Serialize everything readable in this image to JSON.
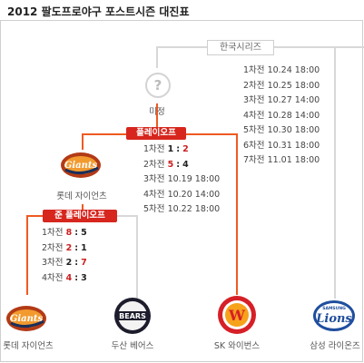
{
  "title": "2012 팔도프로야구 포스트시즌 대진표",
  "rounds": {
    "korean_series": "한국시리즈",
    "playoff": "플레이오프",
    "semi_playoff": "준 플레이오프"
  },
  "unknown_label": "미정",
  "unknown_symbol": "?",
  "teams": {
    "lotte_top": "롯데 자이언츠",
    "lotte_bottom": "롯데 자이언츠",
    "doosan": "두산 베어스",
    "sk": "SK 와이번스",
    "samsung": "삼성 라이온즈"
  },
  "logos": {
    "lotte": "Giants",
    "doosan": "BEARS",
    "sk": "W",
    "samsung_top": "SAMSUNG",
    "samsung": "Lions"
  },
  "colors": {
    "accent": "#d7261e",
    "bracket_line": "#ee5a22",
    "inactive_line": "#d8d8d8"
  },
  "korean_series_games": [
    {
      "game": "1차전",
      "info": "10.24 18:00"
    },
    {
      "game": "2차전",
      "info": "10.25 18:00"
    },
    {
      "game": "3차전",
      "info": "10.27 14:00"
    },
    {
      "game": "4차전",
      "info": "10.28 14:00"
    },
    {
      "game": "5차전",
      "info": "10.30 18:00"
    },
    {
      "game": "6차전",
      "info": "10.31 18:00"
    },
    {
      "game": "7차전",
      "info": "11.01 18:00"
    }
  ],
  "playoff_games": [
    {
      "game": "1차전",
      "a": "1",
      "sep": ":",
      "b": "2",
      "winner": "b"
    },
    {
      "game": "2차전",
      "a": "5",
      "sep": ":",
      "b": "4",
      "winner": "a"
    },
    {
      "game": "3차전",
      "info": "10.19 18:00"
    },
    {
      "game": "4차전",
      "info": "10.20 14:00"
    },
    {
      "game": "5차전",
      "info": "10.22 18:00"
    }
  ],
  "semi_games": [
    {
      "game": "1차전",
      "a": "8",
      "sep": ":",
      "b": "5",
      "winner": "a"
    },
    {
      "game": "2차전",
      "a": "2",
      "sep": ":",
      "b": "1",
      "winner": "a"
    },
    {
      "game": "3차전",
      "a": "2",
      "sep": ":",
      "b": "7",
      "winner": "b"
    },
    {
      "game": "4차전",
      "a": "4",
      "sep": ":",
      "b": "3",
      "winner": "a"
    }
  ]
}
